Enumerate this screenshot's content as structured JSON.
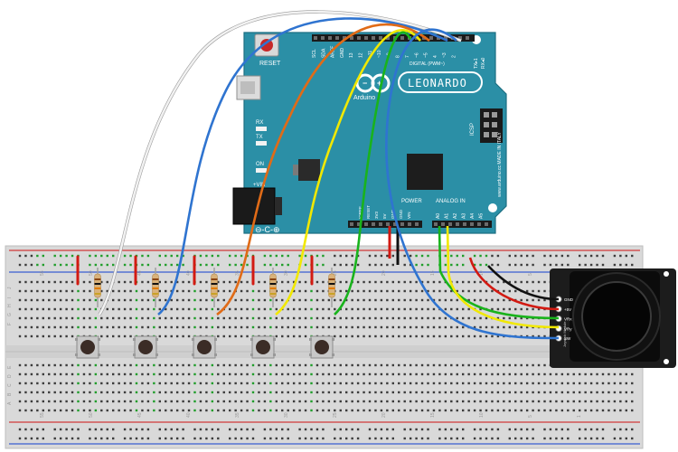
{
  "board": {
    "reset_label": "RESET",
    "brand_text": "Arduino",
    "model_label": "LEONARDO",
    "digital_label": "DIGITAL (PWM~)",
    "analog_label": "ANALOG IN",
    "power_label": "POWER",
    "icsp_label": "ICSP",
    "made_in_italy": "www.arduino.cc MADE IN ITALY",
    "rx_label": "RX",
    "tx_label": "TX",
    "on_label": "ON",
    "vin_label": "+VIN",
    "rx_tx_pin_labels": [
      "TX▸1",
      "RX◂0"
    ],
    "digital_pin_labels": [
      "SCL",
      "SDA",
      "AREF",
      "GND",
      "13",
      "12",
      "~11",
      "~10",
      "~9",
      "8",
      "7",
      "~6",
      "~5",
      "4",
      "~3",
      "2"
    ],
    "power_pin_labels": [
      "IOREF",
      "RESET",
      "3V3",
      "5V",
      "GND",
      "GND",
      "VIN"
    ],
    "analog_pin_labels": [
      "A0",
      "A1",
      "A2",
      "A3",
      "A4",
      "A5"
    ]
  },
  "joystick": {
    "pin_labels": [
      "GND",
      "+5V",
      "VRx",
      "VRy",
      "SW"
    ],
    "module_text": "Joystick Module"
  },
  "breadboard": {
    "row_letters_top": [
      "J",
      "I",
      "H",
      "G",
      "F"
    ],
    "row_letters_bottom": [
      "E",
      "D",
      "C",
      "B",
      "A"
    ],
    "column_numbers": [
      "55",
      "50",
      "45",
      "40",
      "35",
      "30",
      "25",
      "20",
      "15",
      "10",
      "5",
      "1"
    ]
  },
  "buttons_count_label": "",
  "colors": {
    "board": "#2b8fa6",
    "board_dark": "#1d6f82",
    "wire_white": "#f2f2f2",
    "wire_blue": "#2f74d0",
    "wire_orange": "#e06b17",
    "wire_yellow": "#f1e800",
    "wire_green": "#19b31c",
    "wire_red": "#d21a12",
    "wire_black": "#111111",
    "rail_red": "#d23a3a",
    "rail_blue": "#3a5fd2"
  }
}
